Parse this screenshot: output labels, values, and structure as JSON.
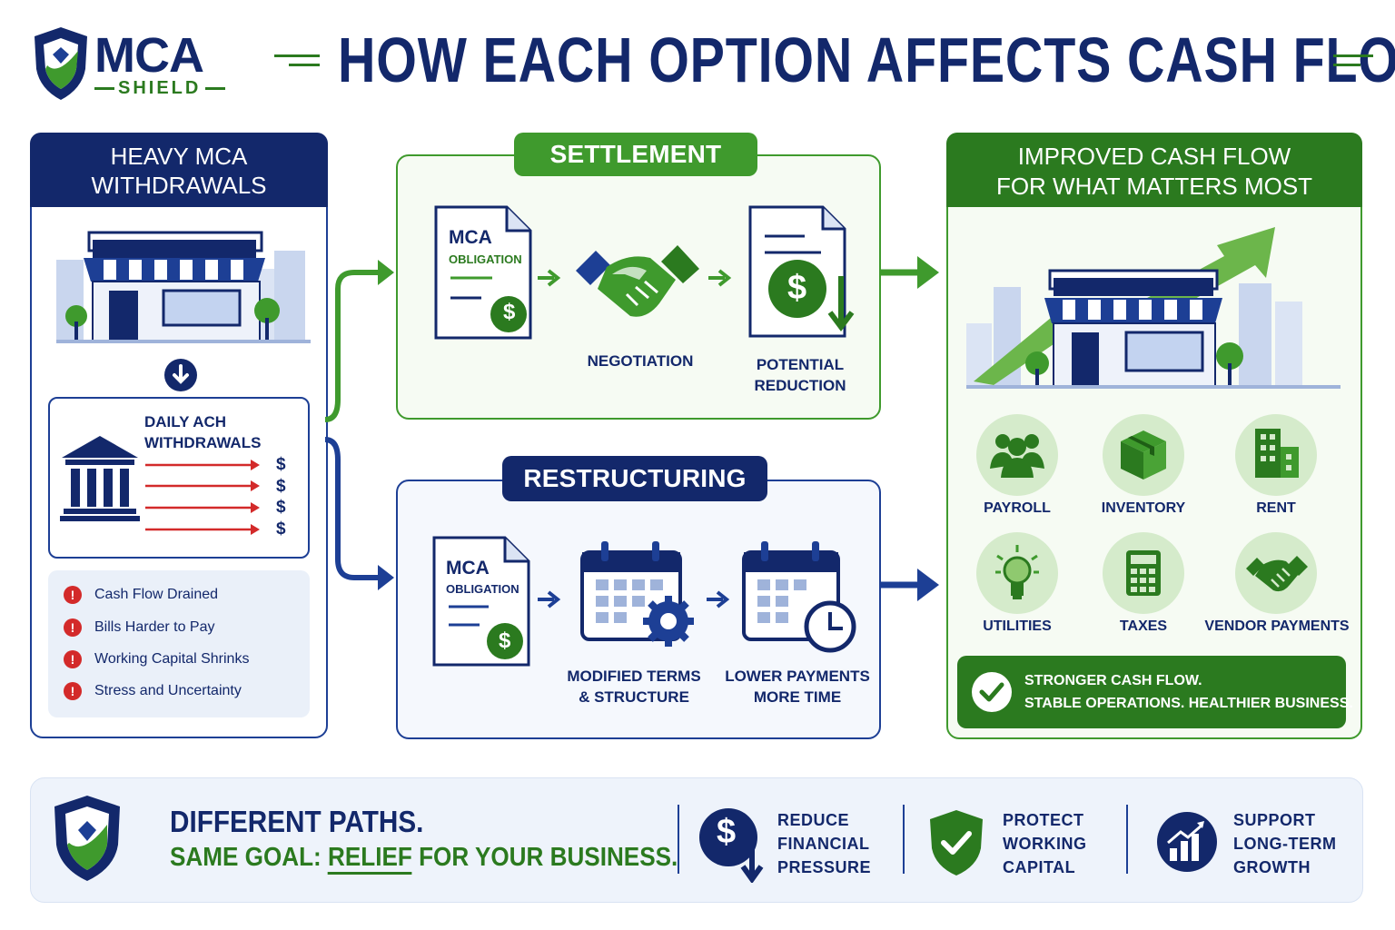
{
  "brand": {
    "name": "MCA",
    "sub": "SHIELD"
  },
  "title": "HOW EACH OPTION AFFECTS CASH FLOW",
  "left_panel": {
    "heading_line1": "HEAVY MCA",
    "heading_line2": "WITHDRAWALS",
    "ach_line1": "DAILY ACH",
    "ach_line2": "WITHDRAWALS",
    "dollar_sign": "$",
    "warnings": [
      "Cash Flow Drained",
      "Bills Harder to Pay",
      "Working Capital Shrinks",
      "Stress and Uncertainty"
    ],
    "warning_mark": "!"
  },
  "settlement": {
    "tag": "SETTLEMENT",
    "doc_line1": "MCA",
    "doc_line2": "OBLIGATION",
    "step2": "NEGOTIATION",
    "step3_line1": "POTENTIAL",
    "step3_line2": "REDUCTION"
  },
  "restructuring": {
    "tag": "RESTRUCTURING",
    "doc_line1": "MCA",
    "doc_line2": "OBLIGATION",
    "step2_line1": "MODIFIED TERMS",
    "step2_line2": "& STRUCTURE",
    "step3_line1": "LOWER PAYMENTS",
    "step3_line2": "MORE TIME"
  },
  "right_panel": {
    "heading_line1": "IMPROVED CASH FLOW",
    "heading_line2": "FOR WHAT MATTERS MOST",
    "items": [
      "PAYROLL",
      "INVENTORY",
      "RENT",
      "UTILITIES",
      "TAXES",
      "VENDOR PAYMENTS"
    ],
    "banner_line1": "STRONGER CASH FLOW.",
    "banner_line2": "STABLE OPERATIONS. HEALTHIER BUSINESS."
  },
  "bottom": {
    "title": "DIFFERENT PATHS.",
    "sub_prefix": "SAME GOAL: ",
    "sub_highlight": "RELIEF",
    "sub_suffix": " FOR YOUR BUSINESS.",
    "benefits": [
      {
        "l1": "REDUCE",
        "l2": "FINANCIAL",
        "l3": "PRESSURE"
      },
      {
        "l1": "PROTECT",
        "l2": "WORKING",
        "l3": "CAPITAL"
      },
      {
        "l1": "SUPPORT",
        "l2": "LONG-TERM",
        "l3": "GROWTH"
      }
    ]
  },
  "colors": {
    "navy": "#13286b",
    "green": "#2b7a1f",
    "light_green": "#3f9a2d",
    "red": "#d32a2a"
  }
}
